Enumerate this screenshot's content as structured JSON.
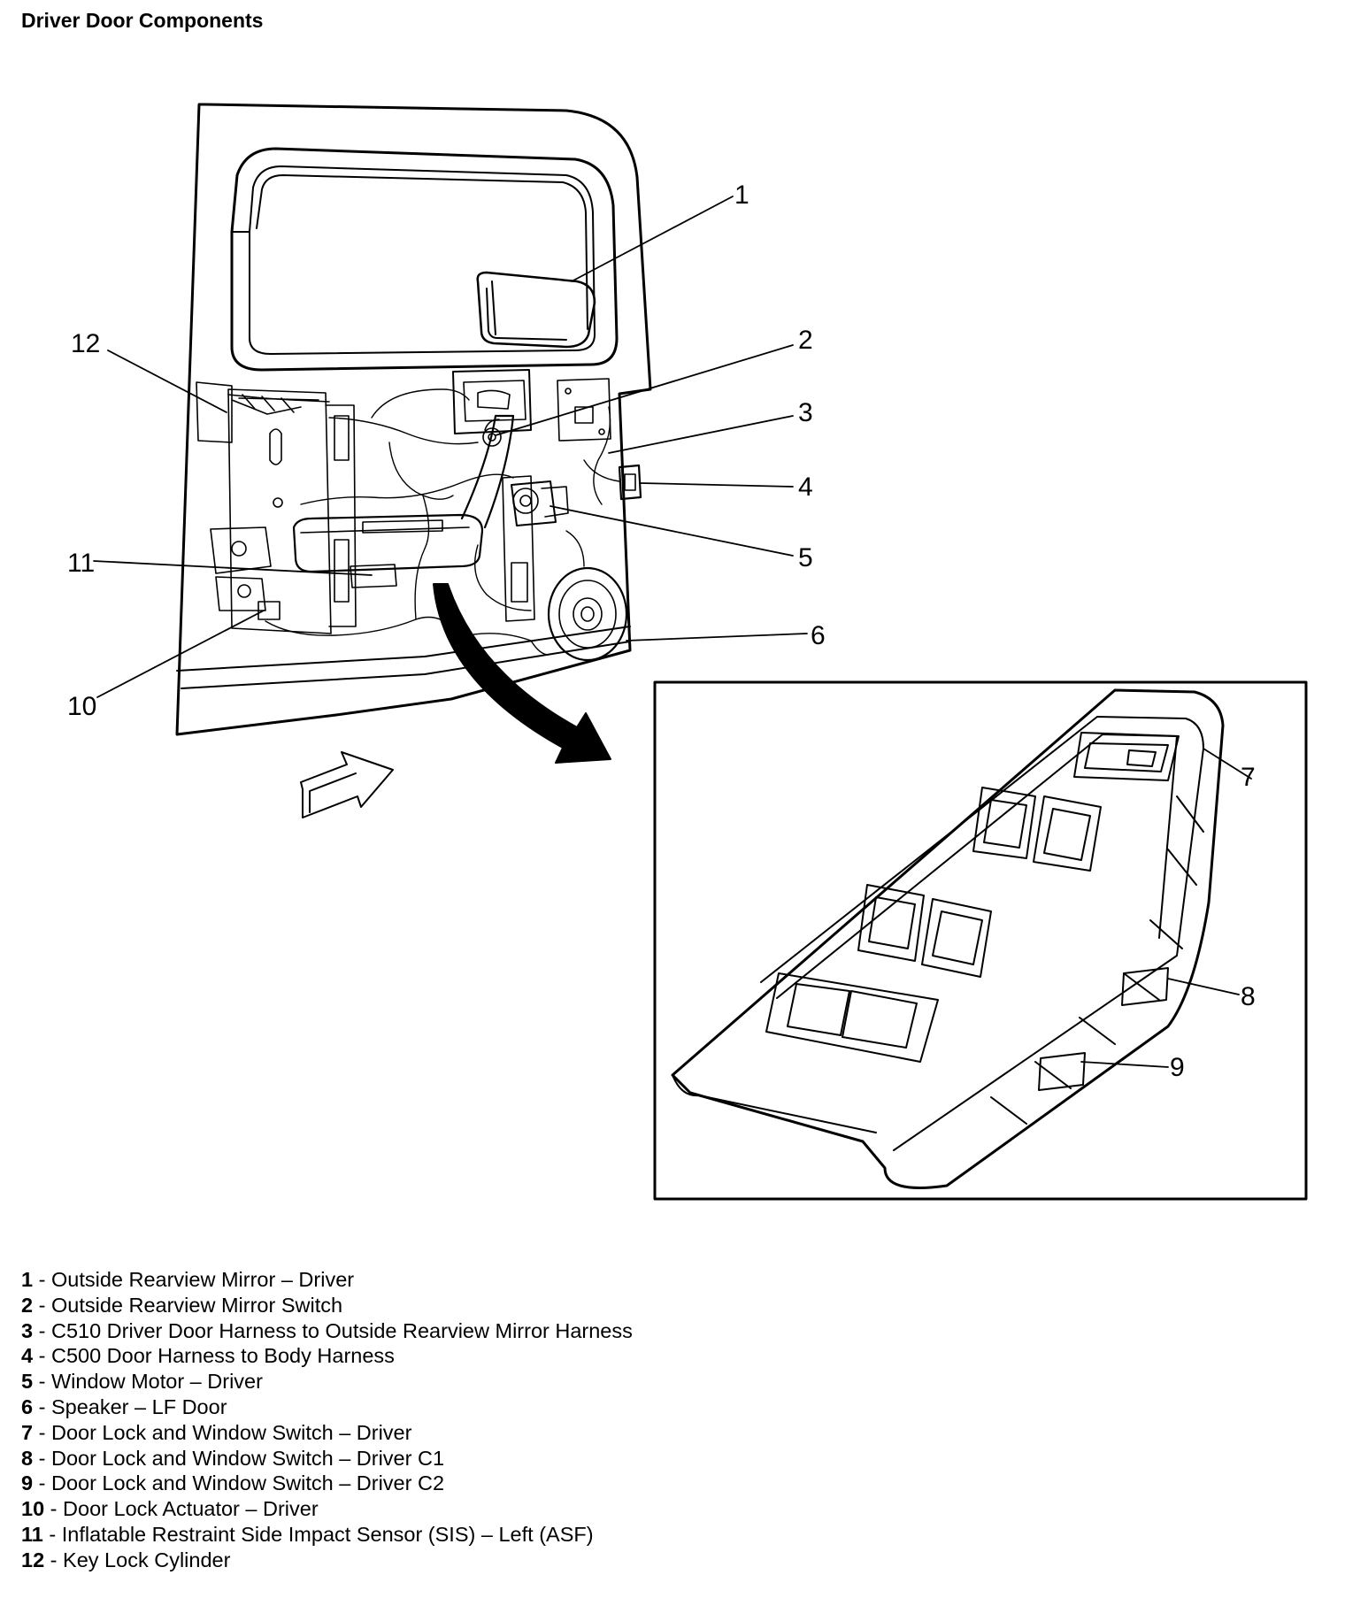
{
  "title": "Driver Door Components",
  "callouts": [
    {
      "num": "1"
    },
    {
      "num": "2"
    },
    {
      "num": "3"
    },
    {
      "num": "4"
    },
    {
      "num": "5"
    },
    {
      "num": "6"
    },
    {
      "num": "7"
    },
    {
      "num": "8"
    },
    {
      "num": "9"
    },
    {
      "num": "10"
    },
    {
      "num": "11"
    },
    {
      "num": "12"
    }
  ],
  "legend": [
    {
      "num": "1",
      "sep": " - ",
      "text": "Outside Rearview Mirror – Driver"
    },
    {
      "num": "2",
      "sep": " - ",
      "text": "Outside Rearview Mirror Switch"
    },
    {
      "num": "3",
      "sep": " - ",
      "text": "C510 Driver Door Harness to Outside Rearview Mirror Harness"
    },
    {
      "num": "4",
      "sep": " - ",
      "text": "C500 Door Harness to Body Harness"
    },
    {
      "num": "5",
      "sep": " - ",
      "text": "Window Motor – Driver"
    },
    {
      "num": "6",
      "sep": " - ",
      "text": "Speaker – LF Door"
    },
    {
      "num": "7",
      "sep": " - ",
      "text": "Door Lock and Window Switch – Driver"
    },
    {
      "num": "8",
      "sep": " - ",
      "text": "Door Lock and Window Switch – Driver C1"
    },
    {
      "num": "9",
      "sep": " - ",
      "text": "Door Lock and Window Switch – Driver C2"
    },
    {
      "num": "10",
      "sep": " - ",
      "text": "Door Lock Actuator – Driver"
    },
    {
      "num": "11",
      "sep": " - ",
      "text": "Inflatable Restraint Side Impact Sensor (SIS) – Left (ASF)"
    },
    {
      "num": "12",
      "sep": " - ",
      "text": "Key Lock Cylinder"
    }
  ]
}
